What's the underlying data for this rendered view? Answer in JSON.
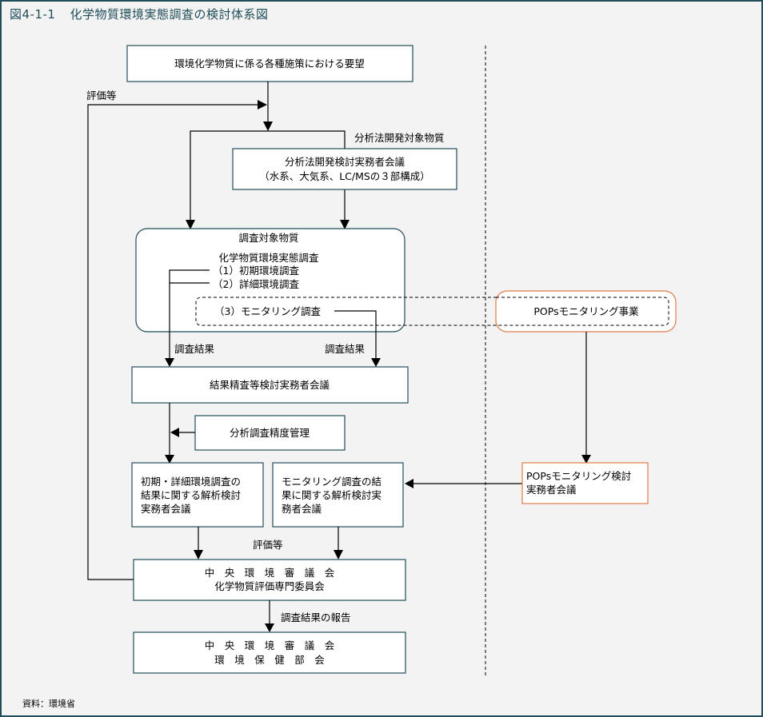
{
  "figure": {
    "number": "図4-1-1",
    "title": "化学物質環境実態調査の検討体系図"
  },
  "nodes": {
    "requests": "環境化学物質に係る各種施策における要望",
    "method_dev": [
      "分析法開発検討実務者会議",
      "（水系、大気系、LC/MSの３部構成）"
    ],
    "target_group": {
      "heading": "調査対象物質",
      "survey_title": "化学物質環境実態調査",
      "item1": "（1）初期環境調査",
      "item2": "（2）詳細環境調査",
      "item3": "（3）モニタリング調査"
    },
    "pops_project": "POPsモニタリング事業",
    "result_review": "結果精査等検討実務者会議",
    "qa_control": "分析調査精度管理",
    "initial_detail_analysis": [
      "初期・詳細環境調査の",
      "結果に関する解析検討",
      "実務者会議"
    ],
    "monitoring_analysis": [
      "モニタリング調査の結",
      "果に関する解析検討実",
      "務者会議"
    ],
    "pops_review": [
      "POPsモニタリング検討",
      "実務者会議"
    ],
    "central_council_chem": [
      "中　央　環　境　審　議　会",
      "化学物質評価専門委員会"
    ],
    "central_council_health": [
      "中　央　環　境　審　議　会",
      "環　境　保　健　部　会"
    ]
  },
  "edge_labels": {
    "evaluation_top": "評価等",
    "method_target": "分析法開発対象物質",
    "result_left": "調査結果",
    "result_right": "調査結果",
    "evaluation_bottom": "評価等",
    "report": "調査結果の報告"
  },
  "source": "資料：環境省",
  "colors": {
    "frame": "#1f4e5a",
    "pops_border": "#e07b4a",
    "background": "#f3f3f3"
  }
}
